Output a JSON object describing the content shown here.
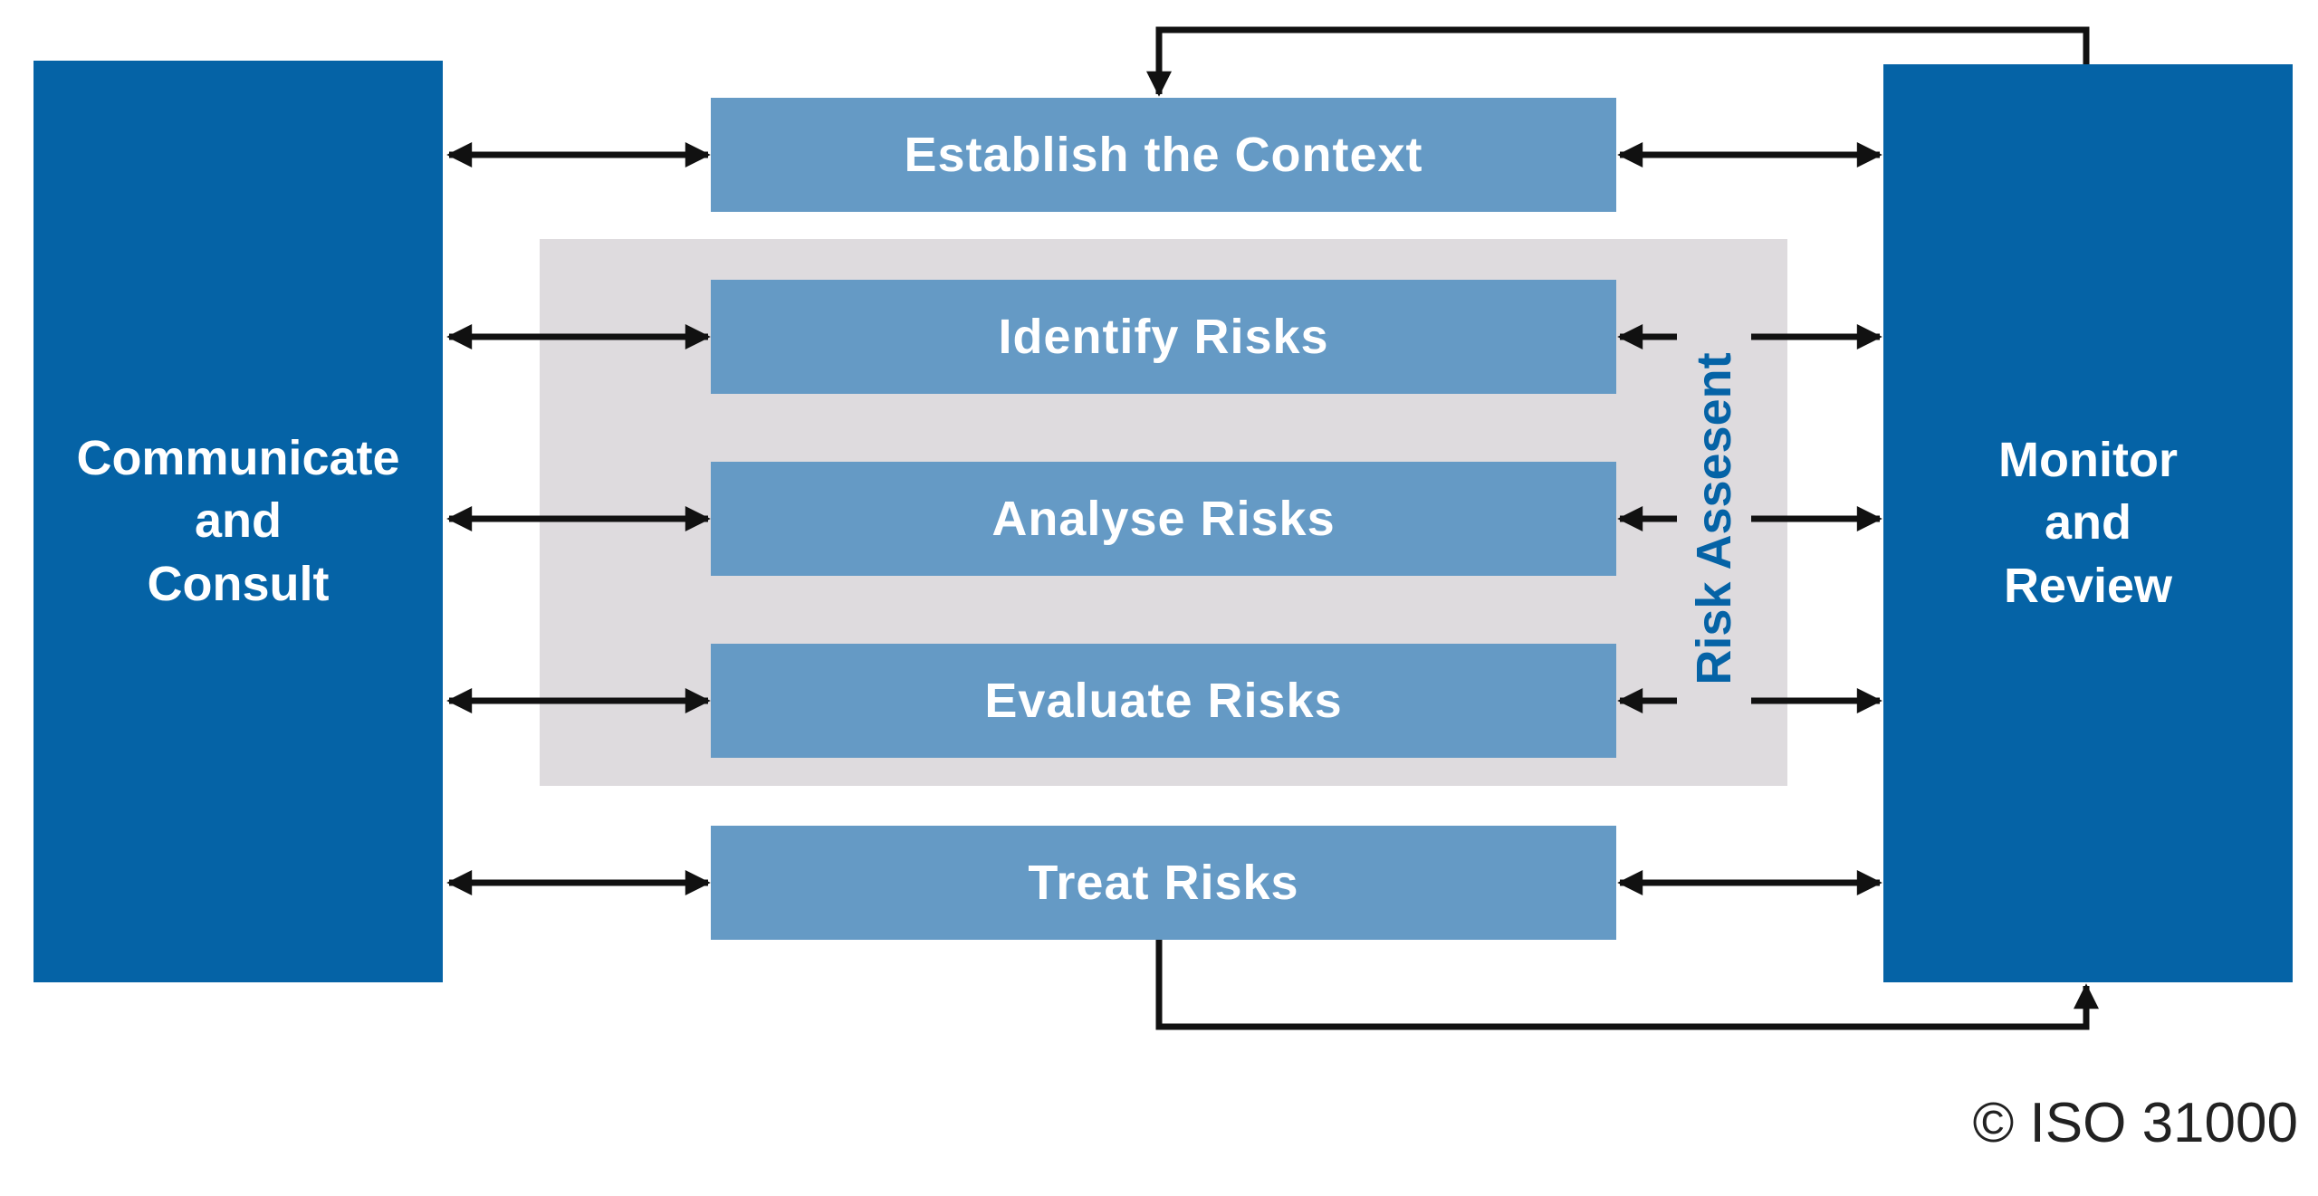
{
  "left_panel": {
    "lines": [
      "Communicate",
      "and",
      "Consult"
    ]
  },
  "right_panel": {
    "lines": [
      "Monitor",
      "and",
      "Review"
    ]
  },
  "steps": [
    "Establish the Context",
    "Identify Risks",
    "Analyse Risks",
    "Evaluate Risks",
    "Treat Risks"
  ],
  "risk_assessment_label": "Risk Assesent",
  "copyright": "© ISO 31000",
  "colors": {
    "panel": "#0563a6",
    "step": "#659ac5",
    "assessment_background": "#dedbde",
    "arrows": "#111111"
  }
}
